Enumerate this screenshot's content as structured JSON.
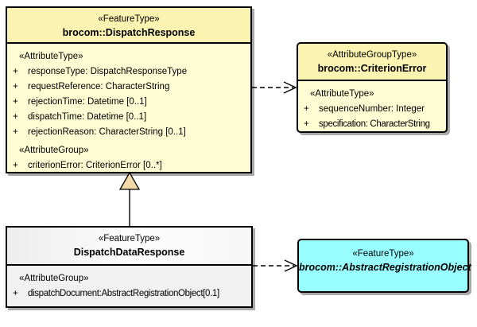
{
  "symbols": {
    "plus": "+"
  },
  "boxes": {
    "dispatch_response": {
      "stereotype": "«FeatureType»",
      "name": "brocom::DispatchResponse",
      "section1_stereotype": "«AttributeType»",
      "section1_attrs": [
        "responseType: DispatchResponseType",
        "requestReference: CharacterString",
        "rejectionTime: Datetime [0..1]",
        "dispatchTime: Datetime [0..1]",
        "rejectionReason: CharacterString [0..1]"
      ],
      "section2_stereotype": "«AttributeGroup»",
      "section2_attrs": [
        "criterionError: CriterionError [0..*]"
      ]
    },
    "criterion_error": {
      "stereotype": "«AttributeGroupType»",
      "name": "brocom::CriterionError",
      "section1_stereotype": "«AttributeType»",
      "section1_attrs": [
        "sequenceNumber: Integer",
        "specification: CharacterString"
      ]
    },
    "dispatch_data_response": {
      "stereotype": "«FeatureType»",
      "name": "DispatchDataResponse",
      "section1_stereotype": "«AttributeGroup»",
      "section1_attrs": [
        "dispatchDocument:AbstractRegistrationObject[0.1]"
      ]
    },
    "abstract_registration_object": {
      "stereotype": "«FeatureType»",
      "name": "brocom::AbstractRegistrationObject"
    }
  },
  "connectors": {
    "generalization": "DispatchDataResponse to brocom::DispatchResponse",
    "dependency_top": "brocom::DispatchResponse to brocom::CriterionError",
    "dependency_bottom": "DispatchDataResponse to brocom::AbstractRegistrationObject"
  },
  "colors": {
    "yellow_body": "#fefcd3",
    "yellow_header": "#faf3b1",
    "gray_body": "#f1f1f1",
    "cyan_fill": "#99feff",
    "triangle_fill": "#f2d9a8",
    "border": "#000000",
    "shadow": "#a9a9a9"
  }
}
